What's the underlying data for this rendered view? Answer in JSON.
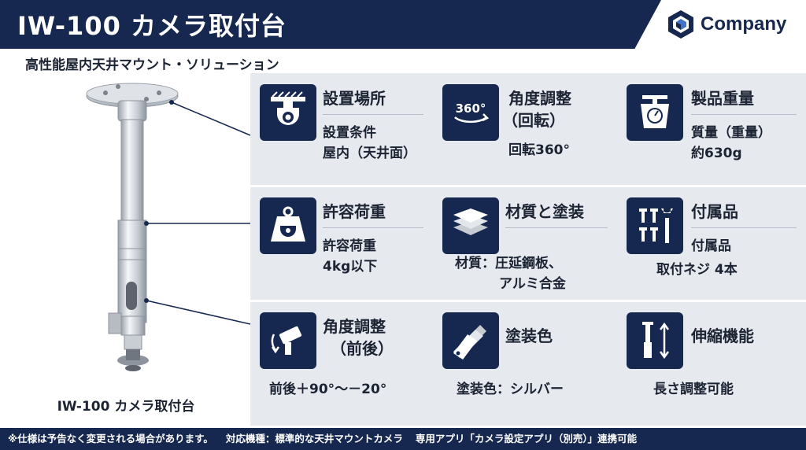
{
  "header": {
    "title": "IW-100 カメラ取付台",
    "logo_text": "Company"
  },
  "subtitle": "高性能屋内天井マウント・ソリューション",
  "product": {
    "caption": "IW-100 カメラ取付台"
  },
  "specs": [
    {
      "icon": "ceiling-camera-icon",
      "title": "設置場所",
      "lines": [
        "設置条件",
        "屋内（天井面）"
      ]
    },
    {
      "icon": "rotate-360-icon",
      "title": "角度調整",
      "title2": "（回転）",
      "lines": [
        "回転360°"
      ]
    },
    {
      "icon": "scale-icon",
      "title": "製品重量",
      "lines": [
        "質量（重量）",
        "約630g"
      ]
    },
    {
      "icon": "weight-camera-icon",
      "title": "許容荷重",
      "lines": [
        "許容荷重",
        "4kg以下"
      ]
    },
    {
      "icon": "metal-plates-icon",
      "title": "材質と塗装",
      "lines": [
        "材質：圧延鋼板、",
        "アルミ合金"
      ]
    },
    {
      "icon": "screws-wrench-icon",
      "title": "付属品",
      "lines": [
        "付属品",
        "取付ネジ 4本"
      ]
    },
    {
      "icon": "tilt-camera-icon",
      "title": "角度調整",
      "title2": "（前後）",
      "lines": [
        "前後＋90°〜－20°"
      ]
    },
    {
      "icon": "color-swatch-icon",
      "title": "塗装色",
      "lines": [
        "塗装色：シルバー"
      ]
    },
    {
      "icon": "telescopic-pole-icon",
      "title": "伸縮機能",
      "lines": [
        "長さ調整可能"
      ]
    }
  ],
  "footer": {
    "note": "※仕様は予告なく変更される場合があります。",
    "compat": "対応機種：標準的な天井マウントカメラ",
    "app": "専用アプリ「カメラ設定アプリ（別売）」連携可能"
  }
}
